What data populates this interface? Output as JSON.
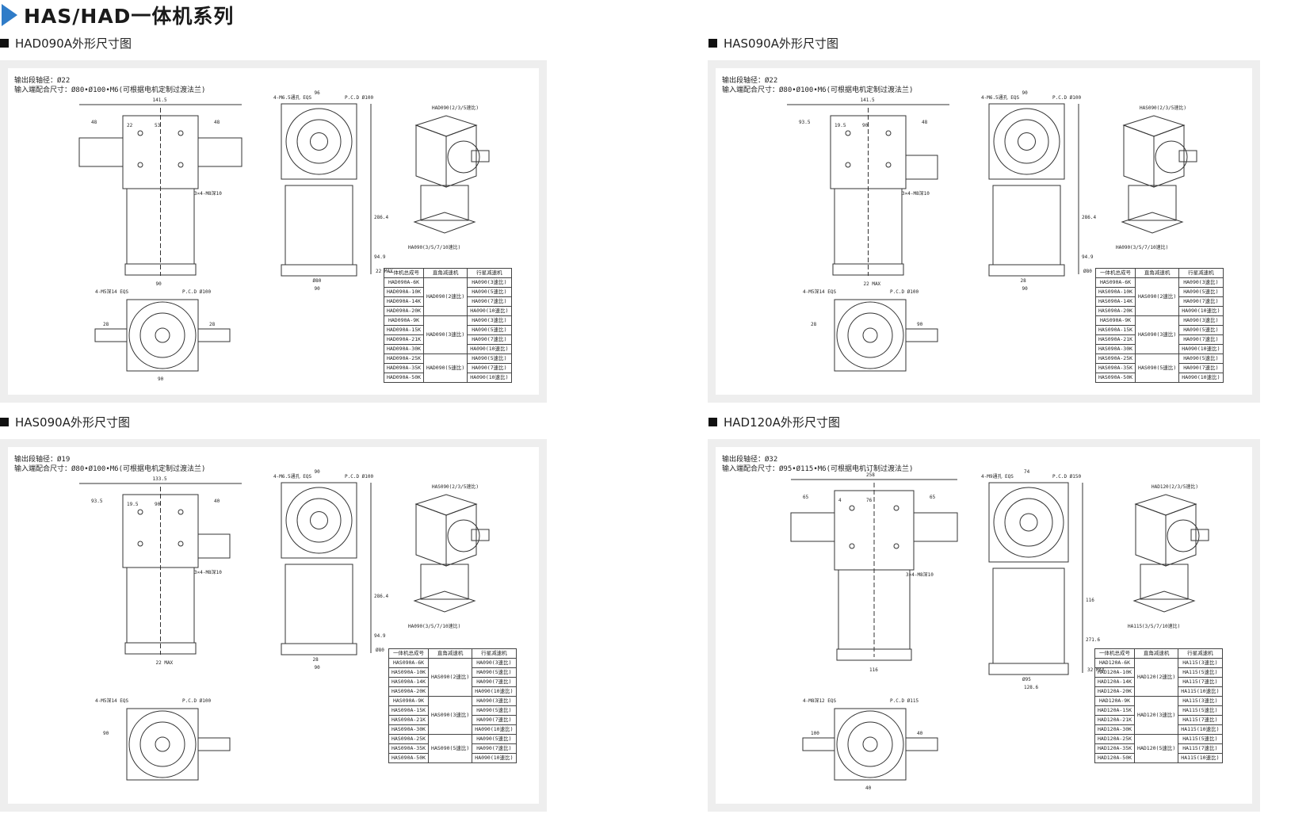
{
  "page_title": "HAS/HAD一体机系列",
  "accent_color": "#2f7cc8",
  "sections": [
    {
      "heading": "HAD090A外形尺寸图",
      "spec_lines": [
        "输出段轴径：Ø22",
        "输入端配合尺寸：Ø80•Ø100•M6(可根据电机定制过渡法兰)"
      ],
      "callouts": {
        "top_3d": "HAD090(2/3/5速比)",
        "bottom_3d": "HA090(3/5/7/10速比)",
        "pcd_top": "P.C.D Ø100",
        "holes_top": "4-M6.5通孔 EQS",
        "pcd_bottom": "P.C.D Ø100",
        "holes_bottom": "4-M5深14 EQS",
        "tap": "3×4-M8深10"
      },
      "dims": [
        "141.5",
        "48",
        "48",
        "22",
        "53",
        "96",
        "286.4",
        "94.9",
        "90",
        "90",
        "22 MAX",
        "Ø80",
        "28",
        "28",
        "90"
      ],
      "table": {
        "headers": [
          "一体机总成号",
          "直角减速机",
          "行星减速机"
        ],
        "groups": [
          {
            "right_angle": "HAD090(2速比)",
            "rows": [
              [
                "HAD090A-6K",
                "HA090(3速比)"
              ],
              [
                "HAD090A-10K",
                "HA090(5速比)"
              ],
              [
                "HAD090A-14K",
                "HA090(7速比)"
              ],
              [
                "HAD090A-20K",
                "HA090(10速比)"
              ]
            ]
          },
          {
            "right_angle": "HAD090(3速比)",
            "rows": [
              [
                "HAD090A-9K",
                "HA090(3速比)"
              ],
              [
                "HAD090A-15K",
                "HA090(5速比)"
              ],
              [
                "HAD090A-21K",
                "HA090(7速比)"
              ],
              [
                "HAD090A-30K",
                "HA090(10速比)"
              ]
            ]
          },
          {
            "right_angle": "HAD090(5速比)",
            "rows": [
              [
                "HAD090A-25K",
                "HA090(5速比)"
              ],
              [
                "HAD090A-35K",
                "HA090(7速比)"
              ],
              [
                "HAD090A-50K",
                "HA090(10速比)"
              ]
            ]
          }
        ]
      }
    },
    {
      "heading": "HAS090A外形尺寸图",
      "spec_lines": [
        "输出段轴径：Ø22",
        "输入端配合尺寸：Ø80•Ø100•M6(可根据电机定制过渡法兰)"
      ],
      "callouts": {
        "top_3d": "HAS090(2/3/5速比)",
        "bottom_3d": "HA090(3/5/7/10速比)",
        "pcd_top": "P.C.D Ø100",
        "holes_top": "4-M6.5通孔 EQS",
        "pcd_bottom": "P.C.D Ø100",
        "holes_bottom": "4-M5深14 EQS",
        "tap": "3×4-M8深10"
      },
      "dims": [
        "141.5",
        "93.5",
        "48",
        "19.5",
        "90",
        "90",
        "286.4",
        "94.9",
        "90",
        "22 MAX",
        "Ø80",
        "28",
        "28",
        "90"
      ],
      "table": {
        "headers": [
          "一体机总成号",
          "直角减速机",
          "行星减速机"
        ],
        "groups": [
          {
            "right_angle": "HAS090(2速比)",
            "rows": [
              [
                "HAS090A-6K",
                "HA090(3速比)"
              ],
              [
                "HAS090A-10K",
                "HA090(5速比)"
              ],
              [
                "HAS090A-14K",
                "HA090(7速比)"
              ],
              [
                "HAS090A-20K",
                "HA090(10速比)"
              ]
            ]
          },
          {
            "right_angle": "HAS090(3速比)",
            "rows": [
              [
                "HAS090A-9K",
                "HA090(3速比)"
              ],
              [
                "HAS090A-15K",
                "HA090(5速比)"
              ],
              [
                "HAS090A-21K",
                "HA090(7速比)"
              ],
              [
                "HAS090A-30K",
                "HA090(10速比)"
              ]
            ]
          },
          {
            "right_angle": "HAS090(5速比)",
            "rows": [
              [
                "HAS090A-25K",
                "HA090(5速比)"
              ],
              [
                "HAS090A-35K",
                "HA090(7速比)"
              ],
              [
                "HAS090A-50K",
                "HA090(10速比)"
              ]
            ]
          }
        ]
      }
    },
    {
      "heading": "HAS090A外形尺寸图",
      "spec_lines": [
        "输出段轴径：Ø19",
        "输入端配合尺寸：Ø80•Ø100•M6(可根据电机定制过渡法兰)"
      ],
      "callouts": {
        "top_3d": "HAS090(2/3/5速比)",
        "bottom_3d": "HA090(3/5/7/10速比)",
        "pcd_top": "P.C.D Ø100",
        "holes_top": "4-M6.5通孔 EQS",
        "pcd_bottom": "P.C.D Ø100",
        "holes_bottom": "4-M5深14 EQS",
        "tap": "3×4-M8深10"
      },
      "dims": [
        "133.5",
        "93.5",
        "40",
        "19.5",
        "90",
        "90",
        "286.4",
        "94.9",
        "90",
        "22 MAX",
        "Ø80",
        "28",
        "90"
      ],
      "table": {
        "headers": [
          "一体机总成号",
          "直角减速机",
          "行星减速机"
        ],
        "groups": [
          {
            "right_angle": "HAS090(2速比)",
            "rows": [
              [
                "HAS090A-6K",
                "HA090(3速比)"
              ],
              [
                "HAS090A-10K",
                "HA090(5速比)"
              ],
              [
                "HAS090A-14K",
                "HA090(7速比)"
              ],
              [
                "HAS090A-20K",
                "HA090(10速比)"
              ]
            ]
          },
          {
            "right_angle": "HAS090(3速比)",
            "rows": [
              [
                "HAS090A-9K",
                "HA090(3速比)"
              ],
              [
                "HAS090A-15K",
                "HA090(5速比)"
              ],
              [
                "HAS090A-21K",
                "HA090(7速比)"
              ],
              [
                "HAS090A-30K",
                "HA090(10速比)"
              ]
            ]
          },
          {
            "right_angle": "HAS090(5速比)",
            "rows": [
              [
                "HAS090A-25K",
                "HA090(5速比)"
              ],
              [
                "HAS090A-35K",
                "HA090(7速比)"
              ],
              [
                "HAS090A-50K",
                "HA090(10速比)"
              ]
            ]
          }
        ]
      }
    },
    {
      "heading": "HAD120A外形尺寸图",
      "spec_lines": [
        "输出段轴径：Ø32",
        "输入端配合尺寸：Ø95•Ø115•M6(可根据电机订制过渡法兰)"
      ],
      "callouts": {
        "top_3d": "HAD120(2/3/5速比)",
        "bottom_3d": "HA115(3/5/7/10速比)",
        "pcd_top": "P.C.D Ø150",
        "holes_top": "4-M9通孔 EQS",
        "pcd_bottom": "P.C.D Ø115",
        "holes_bottom": "4-M8深12 EQS",
        "tap": "3×4-M8深10"
      },
      "dims": [
        "258",
        "65",
        "65",
        "4",
        "76",
        "74",
        "116",
        "271.6",
        "128.6",
        "116",
        "32 MAX",
        "Ø95",
        "100",
        "40",
        "40"
      ],
      "table": {
        "headers": [
          "一体机总成号",
          "直角减速机",
          "行星减速机"
        ],
        "groups": [
          {
            "right_angle": "HAD120(2速比)",
            "rows": [
              [
                "HAD120A-6K",
                "HA115(3速比)"
              ],
              [
                "HAD120A-10K",
                "HA115(5速比)"
              ],
              [
                "HAD120A-14K",
                "HA115(7速比)"
              ],
              [
                "HAD120A-20K",
                "HA115(10速比)"
              ]
            ]
          },
          {
            "right_angle": "HAD120(3速比)",
            "rows": [
              [
                "HAD120A-9K",
                "HA115(3速比)"
              ],
              [
                "HAD120A-15K",
                "HA115(5速比)"
              ],
              [
                "HAD120A-21K",
                "HA115(7速比)"
              ],
              [
                "HAD120A-30K",
                "HA115(10速比)"
              ]
            ]
          },
          {
            "right_angle": "HAD120(5速比)",
            "rows": [
              [
                "HAD120A-25K",
                "HA115(5速比)"
              ],
              [
                "HAD120A-35K",
                "HA115(7速比)"
              ],
              [
                "HAD120A-50K",
                "HA115(10速比)"
              ]
            ]
          }
        ]
      }
    }
  ]
}
